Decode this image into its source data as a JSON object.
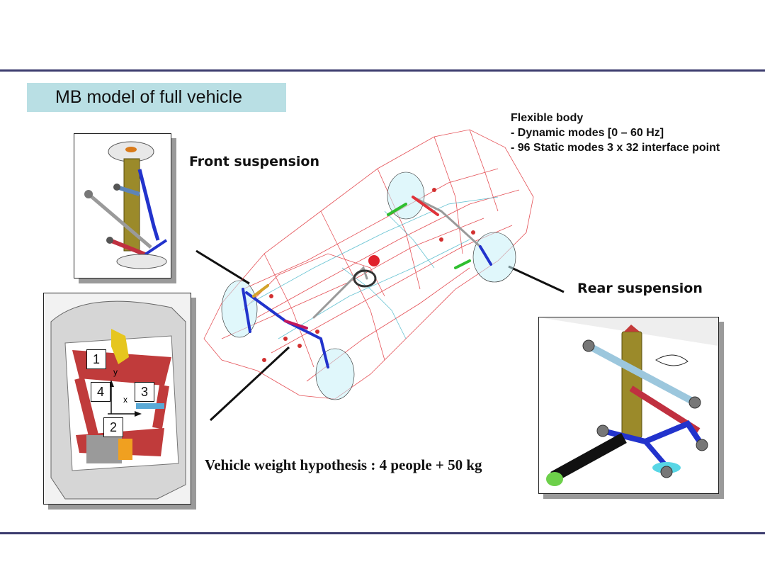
{
  "slide": {
    "title": "MB model of full vehicle",
    "front_label": "Front suspension",
    "rear_label": "Rear suspension",
    "flex_body": {
      "heading": "Flexible body",
      "lines": [
        "- Dynamic modes [0 – 60 Hz]",
        "- 96 Static modes 3 x 32 interface point"
      ]
    },
    "weight_note": "Vehicle weight hypothesis : 4 people  + 50 kg"
  },
  "subframe_callouts": [
    "1",
    "2",
    "3",
    "4"
  ],
  "axis_labels": {
    "x": "x",
    "y": "y"
  },
  "colors": {
    "rule": "#3c3c6e",
    "title_bg": "#b9dfe4",
    "wireframe": "#e0333a",
    "strut": "#8a7a1a",
    "arm_blue": "#2233cc"
  }
}
